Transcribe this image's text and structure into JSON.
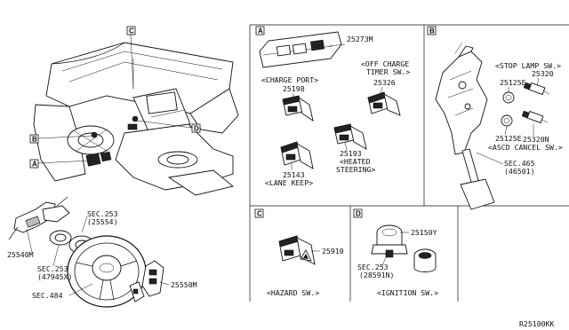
{
  "diagram_id": "R25100KK",
  "sections": {
    "A": {
      "letter": "A"
    },
    "B": {
      "letter": "B"
    },
    "C": {
      "letter": "C"
    },
    "D": {
      "letter": "D"
    }
  },
  "callouts": {
    "A": "A",
    "B": "B",
    "C": "C",
    "D": "D"
  },
  "main_parts": {
    "p25540m": "25540M",
    "sec253_a": "SEC.253",
    "sec253_a_ref": "(25554)",
    "sec253_b": "SEC.253",
    "sec253_b_ref": "(47945X)",
    "sec484": "SEC.484",
    "p25550m": "25550M"
  },
  "section_a": {
    "p25273m": "25273M",
    "charge_port_caption": "<CHARGE PORT>",
    "p25198": "25198",
    "off_charge_line1": "<OFF CHARGE",
    "off_charge_line2": "TIMER SW.>",
    "p25326": "25326",
    "p25193": "25193",
    "heated_line1": "<HEATED",
    "heated_line2": "STEERING>",
    "p25143": "25143",
    "lane_keep_caption": "<LANE KEEP>"
  },
  "section_b": {
    "stop_lamp_caption": "<STOP LAMP SW.>",
    "p25320": "25320",
    "p25125e_a": "25125E",
    "p25125e_b": "25125E",
    "p25320n": "25320N",
    "ascd_caption": "<ASCD CANCEL SW.>",
    "sec465": "SEC.465",
    "sec465_ref": "(46501)"
  },
  "section_c": {
    "p25910": "25910",
    "caption": "<HAZARD SW.>"
  },
  "section_d": {
    "p25150y": "25150Y",
    "sec253": "SEC.253",
    "sec253_ref": "(28591N)",
    "caption": "<IGNITION SW.>"
  }
}
